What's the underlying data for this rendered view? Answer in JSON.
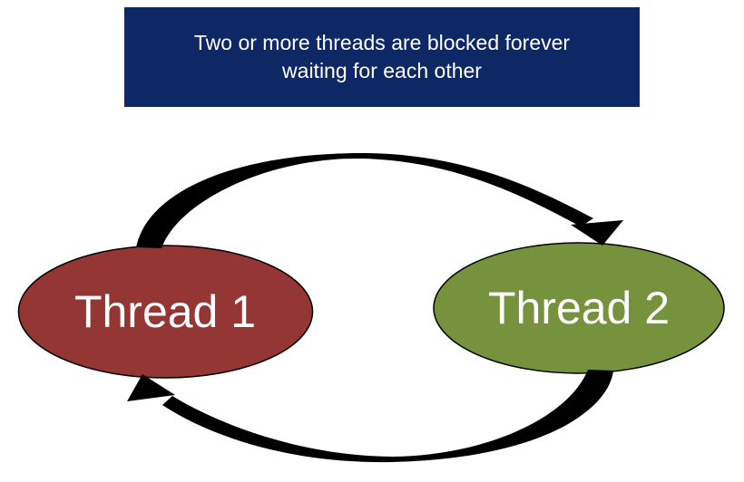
{
  "banner": {
    "line1": "Two or more threads are blocked forever",
    "line2": "waiting for each other",
    "bg_color": "#0e2765",
    "text_color": "#ffffff"
  },
  "diagram": {
    "background": "#ffffff",
    "nodes": [
      {
        "id": "thread1",
        "label": "Thread 1",
        "fill": "#943634",
        "stroke": "#000000"
      },
      {
        "id": "thread2",
        "label": "Thread 2",
        "fill": "#76923C",
        "stroke": "#000000"
      }
    ],
    "arrows": [
      {
        "from": "thread1",
        "to": "thread2",
        "position": "top",
        "color": "#000000"
      },
      {
        "from": "thread2",
        "to": "thread1",
        "position": "bottom",
        "color": "#000000"
      }
    ]
  }
}
